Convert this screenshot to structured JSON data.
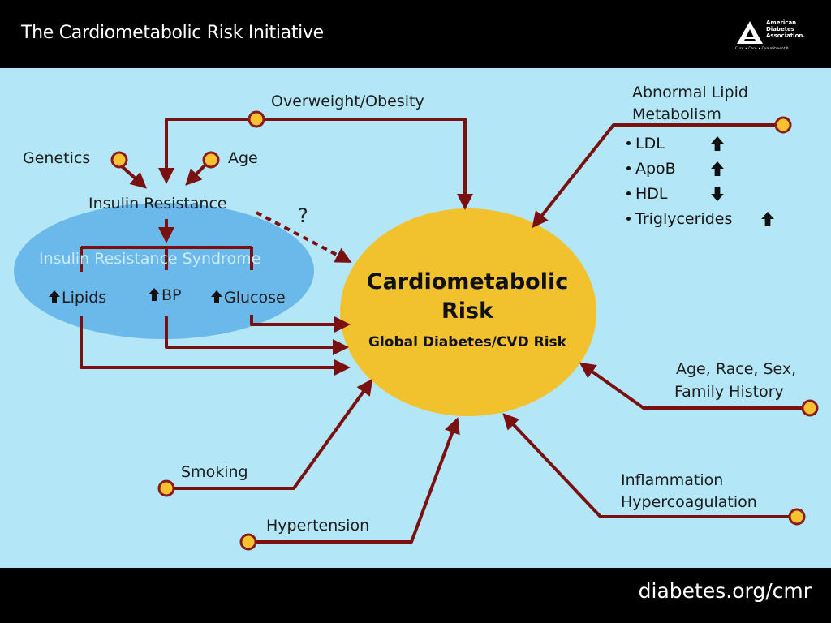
{
  "header": {
    "title": "The Cardiometabolic Risk Initiative"
  },
  "logo": {
    "name_line1": "American",
    "name_line2": "Diabetes",
    "name_line3": "Association.",
    "tagline": "Cure • Care • Commitment®",
    "icon": "triangle-logo-icon"
  },
  "footer": {
    "url": "diabetes.org/cmr"
  },
  "diagram": {
    "center": {
      "title_line1": "Cardiometabolic",
      "title_line2": "Risk",
      "subtitle": "Global Diabetes/CVD Risk"
    },
    "nodes": {
      "overweight": "Overweight/Obesity",
      "genetics": "Genetics",
      "age": "Age",
      "insulin_resistance": "Insulin Resistance",
      "syndrome": "Insulin Resistance Syndrome",
      "lipids": "Lipids",
      "bp": "BP",
      "glucose": "Glucose",
      "question": "?",
      "abnormal_lipid_line1": "Abnormal Lipid",
      "abnormal_lipid_line2": "Metabolism",
      "demographics_line1": "Age, Race, Sex,",
      "demographics_line2": "Family History",
      "inflammation_line1": "Inflammation",
      "inflammation_line2": "Hypercoagulation",
      "smoking": "Smoking",
      "hypertension": "Hypertension"
    },
    "lipid_items": [
      {
        "label": "LDL",
        "direction": "up"
      },
      {
        "label": "ApoB",
        "direction": "up"
      },
      {
        "label": "HDL",
        "direction": "down"
      },
      {
        "label": "Triglycerides",
        "direction": "up"
      }
    ],
    "colors": {
      "arrow": "#7a1010",
      "node_fill": "#f7c231",
      "node_stroke": "#8b1a1a",
      "center_fill": "#f2c12e",
      "ellipse_fill": "#6bb8ea",
      "background": "#b3e7f7"
    }
  }
}
